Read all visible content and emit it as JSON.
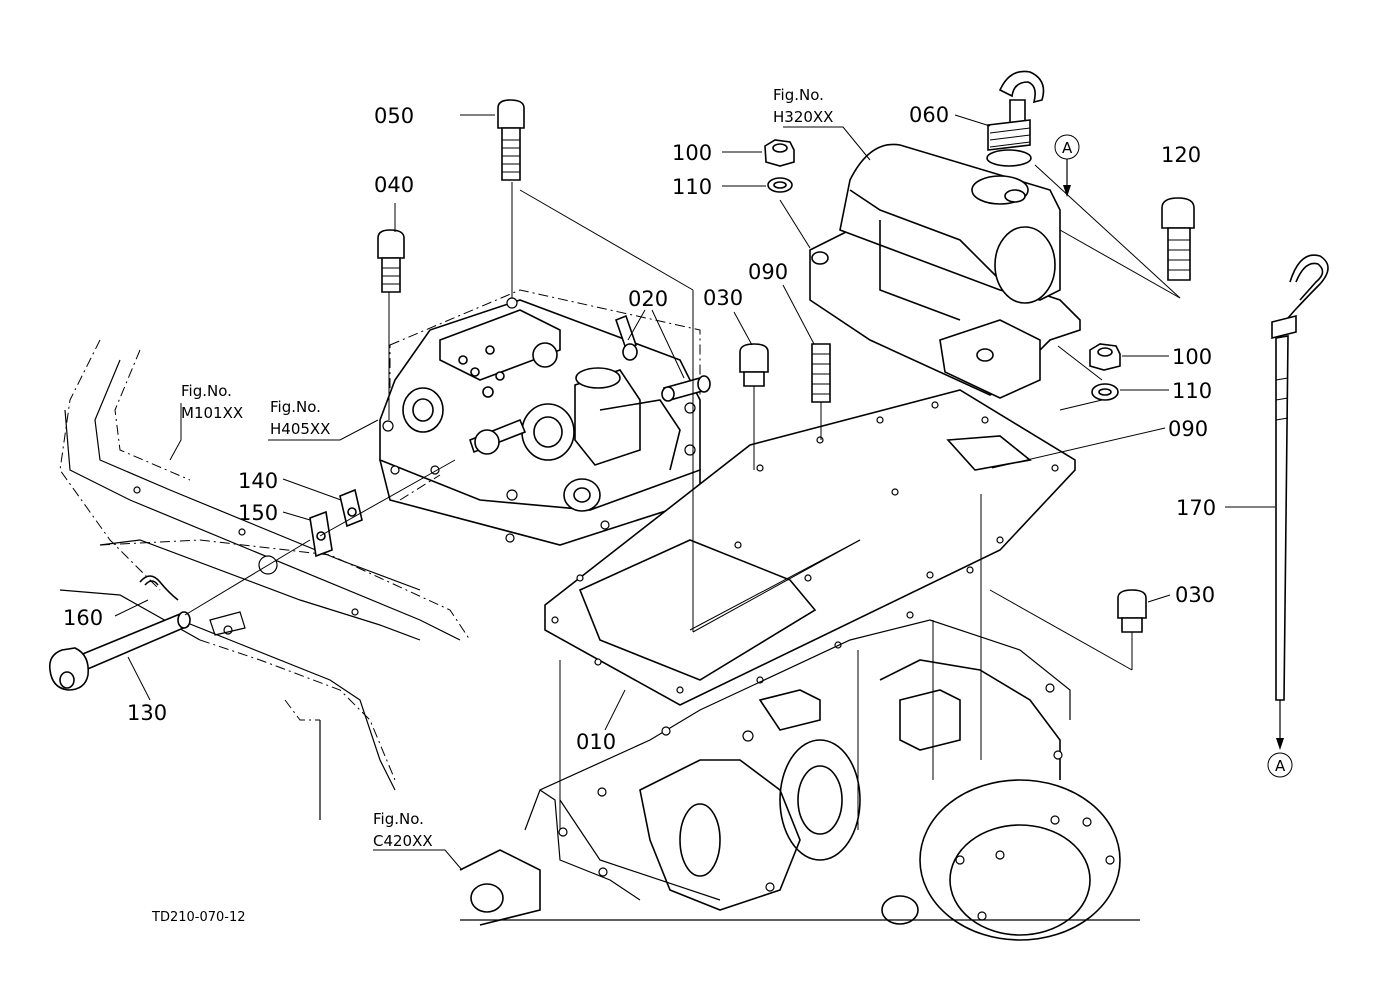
{
  "labels": {
    "p050": "050",
    "p040": "040",
    "p020": "020",
    "p030a": "030",
    "p090a": "090",
    "p100a": "100",
    "p110a": "110",
    "p060": "060",
    "p120": "120",
    "p100b": "100",
    "p110b": "110",
    "p090b": "090",
    "p170": "170",
    "p030b": "030",
    "p140": "140",
    "p150": "150",
    "p160": "160",
    "p130": "130",
    "p010": "010",
    "arrow_a_top": "A",
    "arrow_a_bottom": "A"
  },
  "figure_refs": {
    "h320": {
      "title": "Fig.No.",
      "code": "H320XX"
    },
    "m101": {
      "title": "Fig.No.",
      "code": "M101XX"
    },
    "h405": {
      "title": "Fig.No.",
      "code": "H405XX"
    },
    "c420": {
      "title": "Fig.No.",
      "code": "C420XX"
    }
  },
  "drawing_code": "TD210-070-12"
}
